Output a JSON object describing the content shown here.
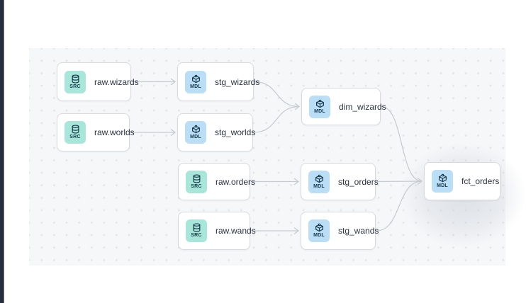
{
  "app": {
    "view": "dag-lineage-canvas"
  },
  "colors": {
    "canvas_bg": "#f6f7f9",
    "dot_grid": "#e3e6ea",
    "edge": "#c5c9d0",
    "node_border": "#d7dbe0",
    "node_bg": "#ffffff",
    "label_text": "#2b3342",
    "badge_text": "#16384a",
    "badge_src_bg": "#a9e6da",
    "badge_mdl_bg": "#b9def5",
    "left_strip": "#272d3a"
  },
  "nodes": [
    {
      "id": "raw_wizards",
      "label": "raw.wizards",
      "badge": "SRC",
      "icon": "database-icon",
      "highlighted": false
    },
    {
      "id": "stg_wizards",
      "label": "stg_wizards",
      "badge": "MDL",
      "icon": "cube-icon",
      "highlighted": false
    },
    {
      "id": "raw_worlds",
      "label": "raw.worlds",
      "badge": "SRC",
      "icon": "database-icon",
      "highlighted": false
    },
    {
      "id": "stg_worlds",
      "label": "stg_worlds",
      "badge": "MDL",
      "icon": "cube-icon",
      "highlighted": false
    },
    {
      "id": "dim_wizards",
      "label": "dim_wizards",
      "badge": "MDL",
      "icon": "cube-icon",
      "highlighted": false
    },
    {
      "id": "raw_orders",
      "label": "raw.orders",
      "badge": "SRC",
      "icon": "database-icon",
      "highlighted": false
    },
    {
      "id": "stg_orders",
      "label": "stg_orders",
      "badge": "MDL",
      "icon": "cube-icon",
      "highlighted": false
    },
    {
      "id": "raw_wands",
      "label": "raw.wands",
      "badge": "SRC",
      "icon": "database-icon",
      "highlighted": false
    },
    {
      "id": "stg_wands",
      "label": "stg_wands",
      "badge": "MDL",
      "icon": "cube-icon",
      "highlighted": false
    },
    {
      "id": "fct_orders",
      "label": "fct_orders",
      "badge": "MDL",
      "icon": "cube-icon",
      "highlighted": true
    }
  ],
  "edges": [
    {
      "from": "raw_wizards",
      "to": "stg_wizards"
    },
    {
      "from": "raw_worlds",
      "to": "stg_worlds"
    },
    {
      "from": "stg_wizards",
      "to": "dim_wizards"
    },
    {
      "from": "stg_worlds",
      "to": "dim_wizards"
    },
    {
      "from": "raw_orders",
      "to": "stg_orders"
    },
    {
      "from": "raw_wands",
      "to": "stg_wands"
    },
    {
      "from": "stg_orders",
      "to": "fct_orders"
    },
    {
      "from": "stg_wands",
      "to": "fct_orders"
    },
    {
      "from": "dim_wizards",
      "to": "fct_orders"
    }
  ]
}
